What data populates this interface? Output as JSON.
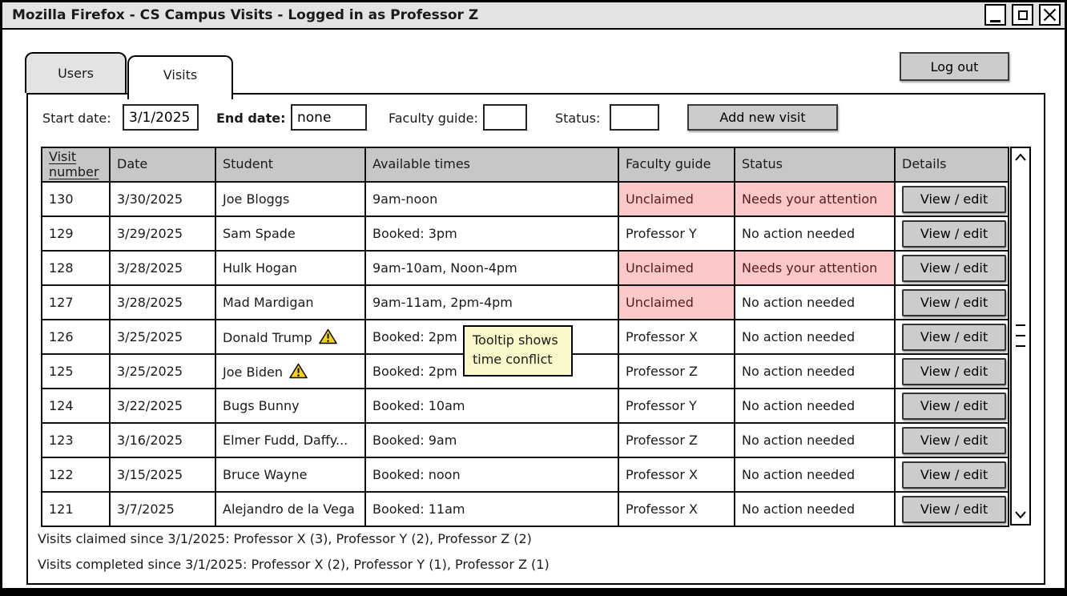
{
  "window": {
    "title": "Mozilla Firefox - CS Campus Visits - Logged in as Professor Z"
  },
  "tabs": [
    {
      "label": "Users",
      "active": false
    },
    {
      "label": "Visits",
      "active": true
    }
  ],
  "logout_label": "Log out",
  "filters": {
    "start_date": {
      "label": "Start date:",
      "value": "3/1/2025"
    },
    "end_date": {
      "label": "End date:",
      "value": "none"
    },
    "faculty_guide": {
      "label": "Faculty guide:",
      "value": ""
    },
    "status": {
      "label": "Status:",
      "value": ""
    },
    "add_new_visit_label": "Add new visit"
  },
  "table": {
    "columns": [
      {
        "label": "Visit number",
        "sorted": true
      },
      {
        "label": "Date"
      },
      {
        "label": "Student"
      },
      {
        "label": "Available times"
      },
      {
        "label": "Faculty guide"
      },
      {
        "label": "Status"
      },
      {
        "label": "Details"
      }
    ],
    "rows": [
      {
        "visit_number": "130",
        "date": "3/30/2025",
        "student": "Joe Bloggs",
        "warning": false,
        "available_times": "9am-noon",
        "faculty_guide": "Unclaimed",
        "faculty_guide_highlight": true,
        "status": "Needs your attention",
        "status_highlight": true,
        "details_label": "View / edit"
      },
      {
        "visit_number": "129",
        "date": "3/29/2025",
        "student": "Sam Spade",
        "warning": false,
        "available_times": "Booked: 3pm",
        "faculty_guide": "Professor Y",
        "faculty_guide_highlight": false,
        "status": "No action needed",
        "status_highlight": false,
        "details_label": "View / edit"
      },
      {
        "visit_number": "128",
        "date": "3/28/2025",
        "student": "Hulk Hogan",
        "warning": false,
        "available_times": "9am-10am, Noon-4pm",
        "faculty_guide": "Unclaimed",
        "faculty_guide_highlight": true,
        "status": "Needs your attention",
        "status_highlight": true,
        "details_label": "View / edit"
      },
      {
        "visit_number": "127",
        "date": "3/28/2025",
        "student": "Mad Mardigan",
        "warning": false,
        "available_times": "9am-11am, 2pm-4pm",
        "faculty_guide": "Unclaimed",
        "faculty_guide_highlight": true,
        "status": "No action needed",
        "status_highlight": false,
        "details_label": "View / edit"
      },
      {
        "visit_number": "126",
        "date": "3/25/2025",
        "student": "Donald Trump",
        "warning": true,
        "available_times": "Booked: 2pm",
        "faculty_guide": "Professor X",
        "faculty_guide_highlight": false,
        "status": "No action needed",
        "status_highlight": false,
        "details_label": "View / edit"
      },
      {
        "visit_number": "125",
        "date": "3/25/2025",
        "student": "Joe Biden",
        "warning": true,
        "available_times": "Booked: 2pm",
        "faculty_guide": "Professor Z",
        "faculty_guide_highlight": false,
        "status": "No action needed",
        "status_highlight": false,
        "details_label": "View / edit"
      },
      {
        "visit_number": "124",
        "date": "3/22/2025",
        "student": "Bugs Bunny",
        "warning": false,
        "available_times": "Booked: 10am",
        "faculty_guide": "Professor Y",
        "faculty_guide_highlight": false,
        "status": "No action needed",
        "status_highlight": false,
        "details_label": "View / edit"
      },
      {
        "visit_number": "123",
        "date": "3/16/2025",
        "student": "Elmer Fudd, Daffy...",
        "warning": false,
        "available_times": "Booked: 9am",
        "faculty_guide": "Professor Z",
        "faculty_guide_highlight": false,
        "status": "No action needed",
        "status_highlight": false,
        "details_label": "View / edit"
      },
      {
        "visit_number": "122",
        "date": "3/15/2025",
        "student": "Bruce Wayne",
        "warning": false,
        "available_times": "Booked: noon",
        "faculty_guide": "Professor X",
        "faculty_guide_highlight": false,
        "status": "No action needed",
        "status_highlight": false,
        "details_label": "View / edit"
      },
      {
        "visit_number": "121",
        "date": "3/7/2025",
        "student": "Alejandro de la Vega",
        "warning": false,
        "available_times": "Booked: 11am",
        "faculty_guide": "Professor X",
        "faculty_guide_highlight": false,
        "status": "No action needed",
        "status_highlight": false,
        "details_label": "View / edit"
      }
    ]
  },
  "tooltip": {
    "text": "Tooltip shows time conflict"
  },
  "summary": {
    "claimed": "Visits claimed since 3/1/2025: Professor X (3), Professor Y (2), Professor Z (2)",
    "completed": "Visits completed since 3/1/2025: Professor X (2), Professor Y (1), Professor Z (1)"
  },
  "colors": {
    "highlight_bg": "#fbc9c9",
    "highlight_border": "#e51c1c",
    "highlight_text": "#5b1a1a",
    "tooltip_bg": "#fbf8c9",
    "header_bg": "#c7c7c7",
    "titlebar_bg": "#e3e3e3",
    "tab_inactive_bg": "#e3e3e3",
    "button_bg": "#cccccc",
    "warning_fill": "#f7d117"
  }
}
